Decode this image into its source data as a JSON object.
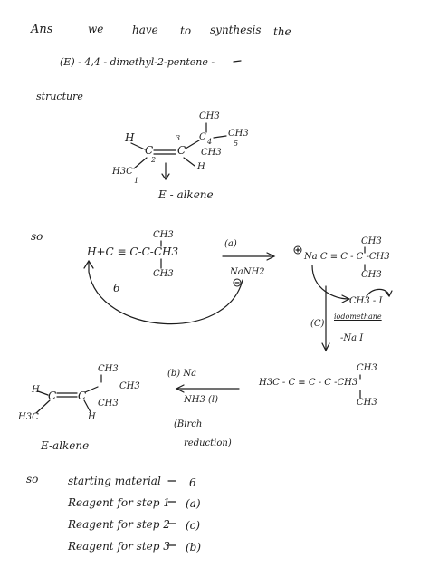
{
  "heading": {
    "ans": "Ans",
    "line1": [
      "we",
      "have",
      "to",
      "synthesis",
      "the"
    ],
    "line2": "(E) - 4,4 - dimethyl-2-pentene -"
  },
  "structure_label": "structure",
  "alkene": {
    "H_top": "H",
    "C2": "C",
    "C3": "C",
    "C4": "C",
    "H3C": "H3C",
    "n1": "1",
    "n2": "2",
    "n3": "3",
    "n4": "4",
    "n5": "5",
    "CH3_top": "CH3",
    "CH3_right": "CH3",
    "CH3_below": "CH3",
    "H_right": "H",
    "caption": "E - alkene"
  },
  "scheme": {
    "so1": "so",
    "start": "H+C ≡ C-C-CH3",
    "start_top": "CH3",
    "start_bottom": "CH3",
    "six": "6",
    "step_a": "(a)",
    "reagent_a": "NaNH2",
    "anion": "Na C ≡ C - C -CH3",
    "anion_top": "CH3",
    "anion_bottom": "CH3",
    "ch3i": "CH3 - I",
    "iodomethane": "iodomethane",
    "step_c": "(C)",
    "nai": "-Na I",
    "internal": "H3C  - C ≡ C - C -CH3",
    "internal_top": "CH3",
    "internal_bottom": "CH3",
    "step_b": "(b) Na",
    "nh3": "NH3 (l)",
    "birch1": "(Birch",
    "birch2": "reduction)",
    "final_H_left": "H",
    "final_C_left": "C",
    "final_C_right": "C",
    "final_H3C": "H3C",
    "final_H_right": "H",
    "final_CH3_top": "CH3",
    "final_CH3_right": "CH3",
    "final_CH3_bottom": "CH3",
    "final_caption": "E-alkene"
  },
  "summary": {
    "so": "so",
    "rows": [
      {
        "label": "starting material",
        "value": "6"
      },
      {
        "label": "Reagent for step 1",
        "value": "(a)"
      },
      {
        "label": "Reagent for step 2",
        "value": "(c)"
      },
      {
        "label": "Reagent for step 3",
        "value": "(b)"
      }
    ]
  }
}
